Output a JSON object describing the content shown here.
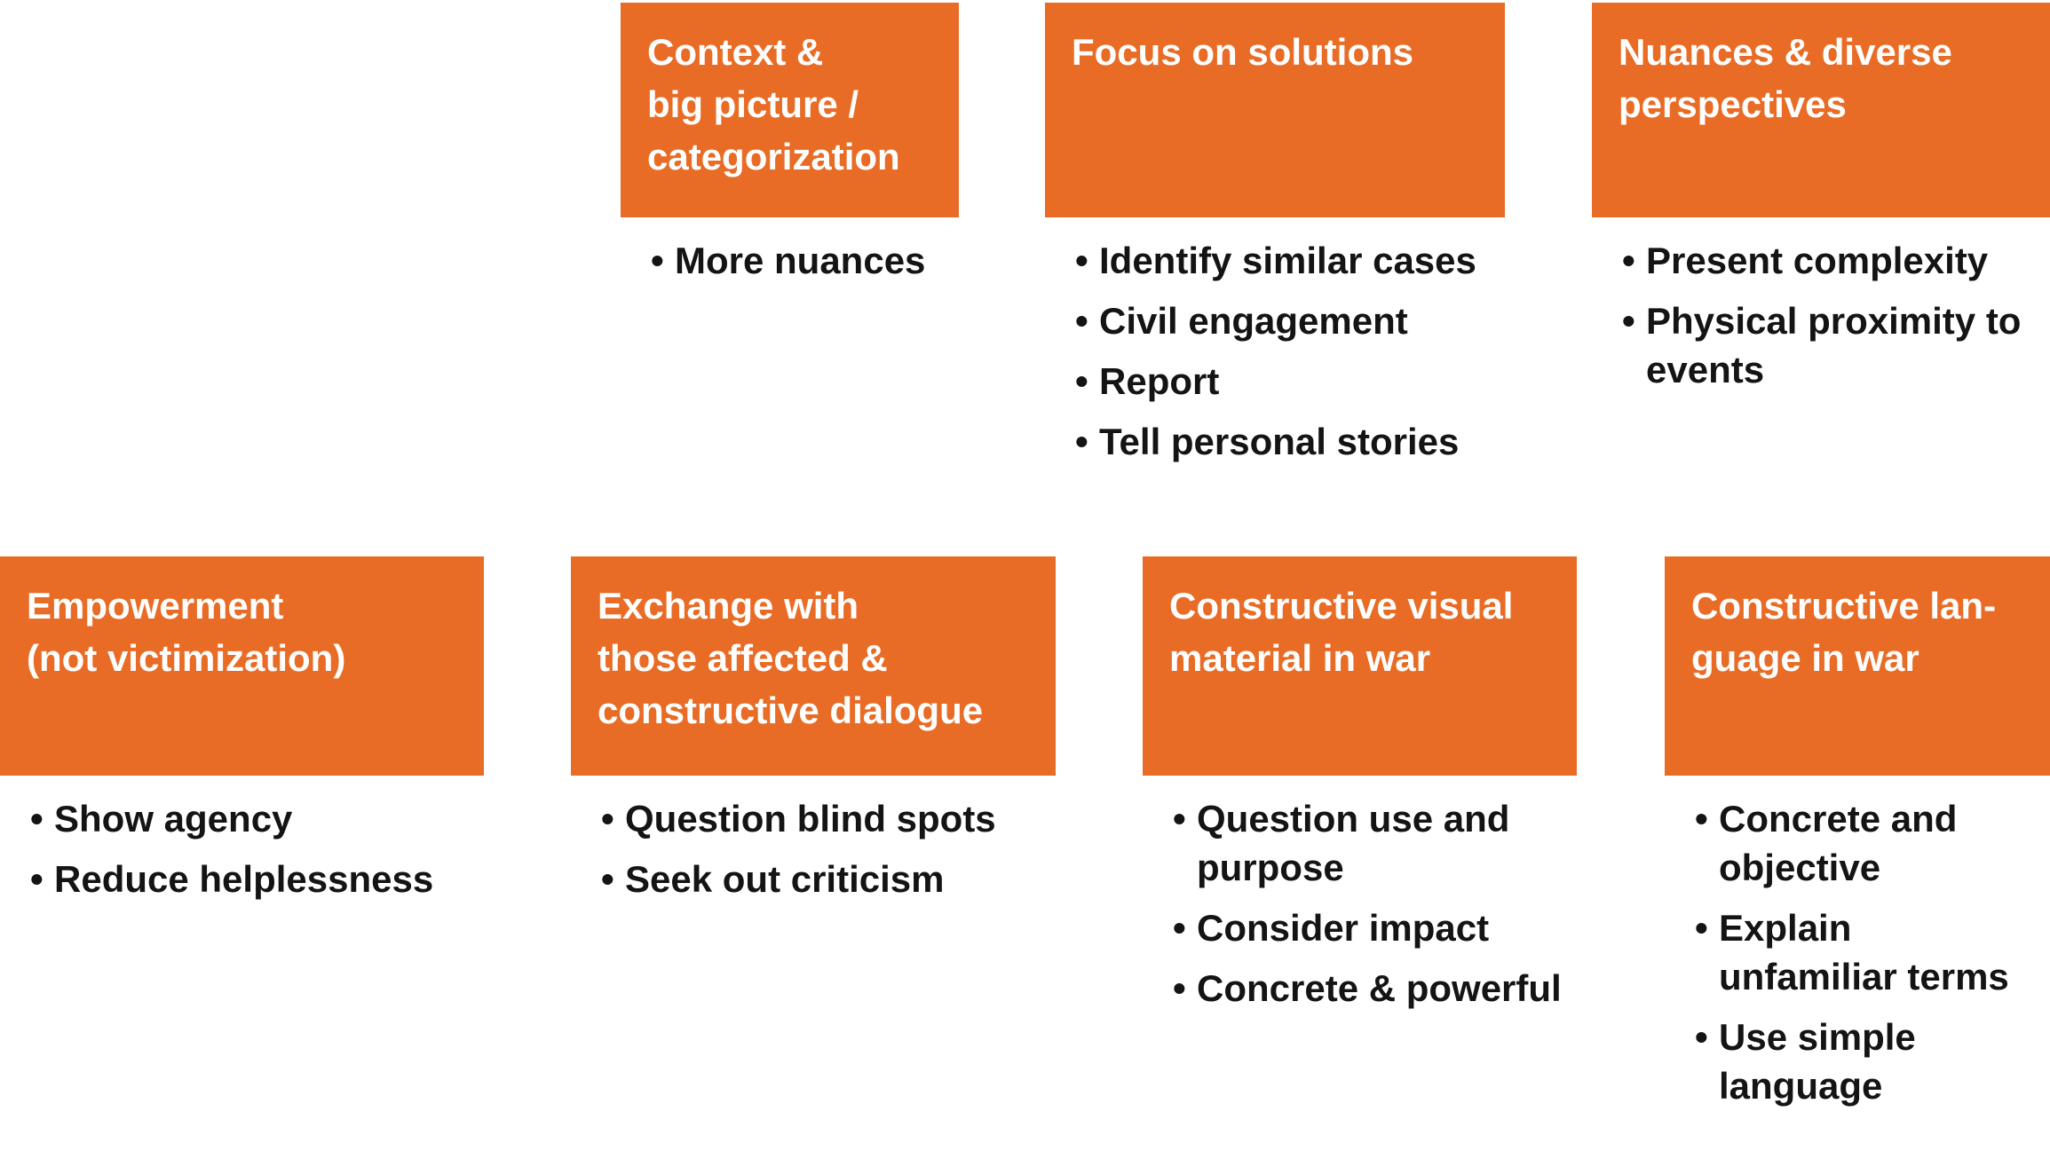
{
  "colors": {
    "box_orange": "#E96C26",
    "header_text": "#ffffff",
    "bullet_text": "#141414"
  },
  "bullet_char": "•",
  "boxes": [
    {
      "id": "context-big-picture",
      "title": "Context &\nbig picture /\ncategorization",
      "bullets": [
        "More nuances"
      ]
    },
    {
      "id": "focus-on-solutions",
      "title": "Focus on solutions",
      "bullets": [
        "Identify similar cases",
        "Civil engagement",
        "Report",
        "Tell personal stories"
      ]
    },
    {
      "id": "nuances-diverse-perspectives",
      "title": "Nuances & diverse\nperspectives",
      "bullets": [
        "Present complexity",
        "Physical proximity to events"
      ]
    },
    {
      "id": "empowerment",
      "title": "Empowerment\n(not victimization)",
      "bullets": [
        "Show agency",
        "Reduce helplessness"
      ]
    },
    {
      "id": "exchange-constructive-dialogue",
      "title": "Exchange with\nthose affected &\nconstructive dialogue",
      "bullets": [
        "Question blind spots",
        "Seek out criticism"
      ]
    },
    {
      "id": "constructive-visual-material",
      "title": "Constructive visual\nmaterial in war",
      "bullets": [
        "Question use and purpose",
        "Consider impact",
        "Concrete & powerful"
      ]
    },
    {
      "id": "constructive-language",
      "title": "Constructive lan-\nguage in war",
      "bullets": [
        "Concrete and objective",
        "Explain unfamiliar terms",
        "Use simple language"
      ]
    }
  ]
}
